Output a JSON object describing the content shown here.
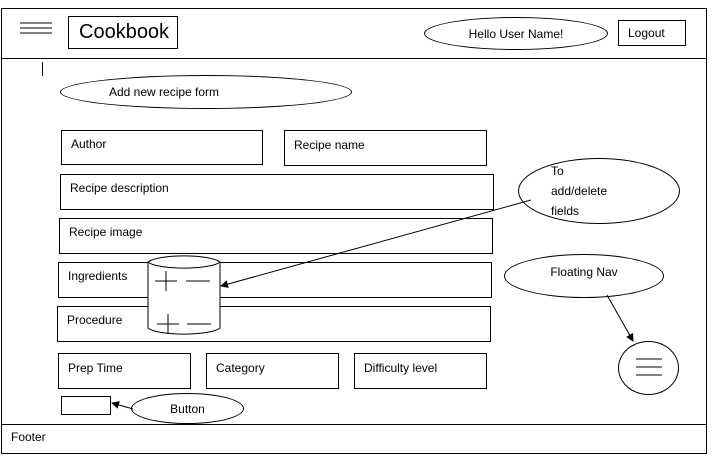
{
  "header": {
    "title": "Cookbook",
    "greeting": "Hello User Name!",
    "logout_label": "Logout",
    "menu_icon": "hamburger-icon"
  },
  "form": {
    "title_note": "Add new recipe form",
    "fields": {
      "author": "Author",
      "recipe_name": "Recipe name",
      "recipe_description": "Recipe description",
      "recipe_image": "Recipe image",
      "ingredients": "Ingredients",
      "procedure": "Procedure",
      "prep_time": "Prep Time",
      "category": "Category",
      "difficulty_level": "Difficulty level"
    },
    "add_icon": "plus-icon",
    "remove_icon": "minus-icon"
  },
  "annotations": {
    "add_delete_fields": "To add/delete fields",
    "floating_nav": "Floating Nav",
    "button": "Button",
    "floating_nav_icon": "hamburger-icon"
  },
  "footer": {
    "text": "Footer"
  }
}
